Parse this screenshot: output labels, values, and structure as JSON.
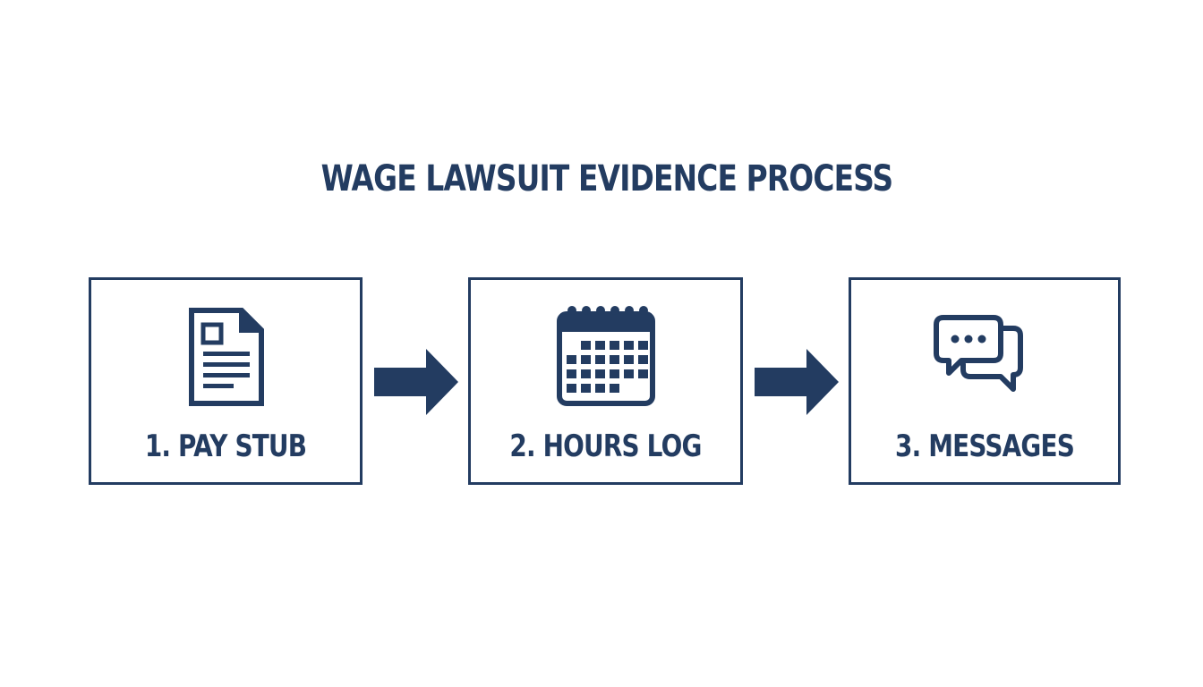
{
  "title": "WAGE LAWSUIT EVIDENCE PROCESS",
  "colors": {
    "primary": "#233c61",
    "background": "#ffffff"
  },
  "steps": [
    {
      "label": "1. PAY STUB",
      "icon": "document-icon"
    },
    {
      "label": "2. HOURS LOG",
      "icon": "calendar-icon"
    },
    {
      "label": "3. MESSAGES",
      "icon": "chat-bubbles-icon"
    }
  ],
  "connectors": [
    {
      "from": 1,
      "to": 2,
      "icon": "arrow-right-icon"
    },
    {
      "from": 2,
      "to": 3,
      "icon": "arrow-right-icon"
    }
  ]
}
